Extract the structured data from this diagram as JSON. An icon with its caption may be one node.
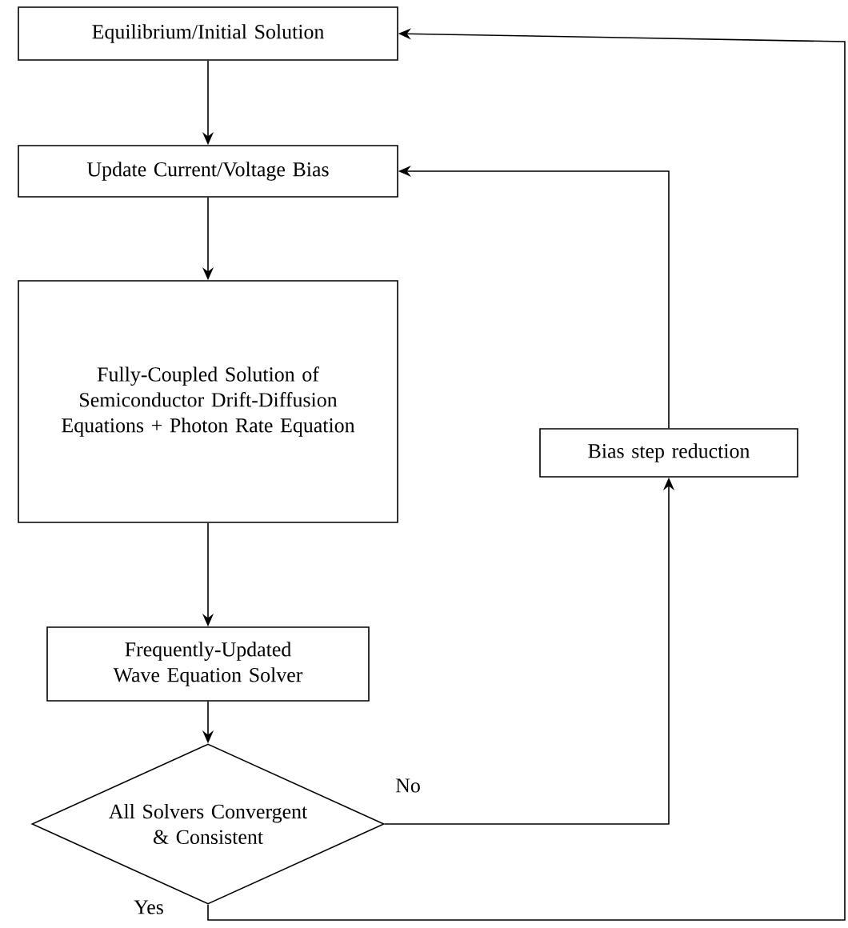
{
  "diagram": {
    "nodes": [
      {
        "text": [
          "Equilibrium/Initial Solution"
        ]
      },
      {
        "text": [
          "Update Current/Voltage Bias"
        ]
      },
      {
        "text": [
          "Fully-Coupled Solution of Semiconductor Drift-Diffusion Equations + Photon Rate Equation"
        ]
      },
      {
        "text": [
          "Bias step reduction"
        ]
      },
      {
        "text": [
          "Frequently-Updated Wave Equation Solver"
        ]
      },
      {
        "text": [
          "All Solvers Convergent & Consistent"
        ]
      }
    ],
    "edges": [
      {
        "from": 0,
        "to": 1,
        "arrow": "to"
      },
      {
        "from": 1,
        "to": 2,
        "arrow": "to"
      },
      {
        "from": 2,
        "to": 4,
        "arrow": "to"
      },
      {
        "from": 4,
        "to": 5,
        "arrow": "to"
      },
      {
        "from": 5,
        "to": 3,
        "arrow": "to",
        "label": "No"
      },
      {
        "from": 3,
        "to": 1,
        "arrow": "to"
      },
      {
        "from": 5,
        "to": 0,
        "arrow": "to",
        "label": "Yes"
      }
    ]
  }
}
